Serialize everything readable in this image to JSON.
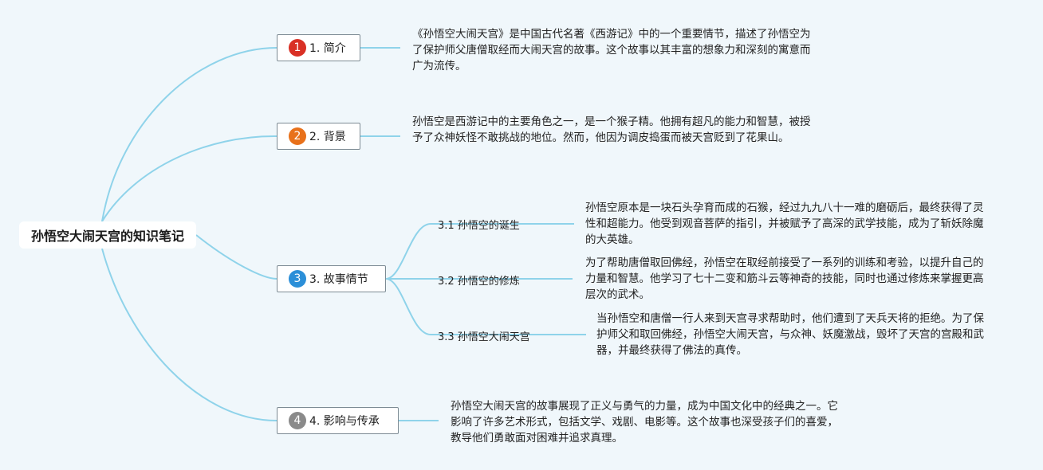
{
  "root": {
    "label": "孙悟空大闹天宫的知识笔记"
  },
  "badge_colors": {
    "b1": "#d93025",
    "b2": "#e8711b",
    "b3": "#2b8fd8",
    "b4": "#8a8a8a"
  },
  "line_color": "#8fd3ea",
  "branches": [
    {
      "number": "1",
      "label": "1. 简介",
      "note": "《孙悟空大闹天宫》是中国古代名著《西游记》中的一个重要情节，描述了孙悟空为了保护师父唐僧取经而大闹天宫的故事。这个故事以其丰富的想象力和深刻的寓意而广为流传。"
    },
    {
      "number": "2",
      "label": "2. 背景",
      "note": "孙悟空是西游记中的主要角色之一，是一个猴子精。他拥有超凡的能力和智慧，被授予了众神妖怪不敢挑战的地位。然而，他因为调皮捣蛋而被天宫贬到了花果山。"
    },
    {
      "number": "3",
      "label": "3. 故事情节",
      "children": [
        {
          "label": "3.1 孙悟空的诞生",
          "note": "孙悟空原本是一块石头孕育而成的石猴，经过九九八十一难的磨砺后，最终获得了灵性和超能力。他受到观音菩萨的指引，并被赋予了高深的武学技能，成为了斩妖除魔的大英雄。"
        },
        {
          "label": "3.2 孙悟空的修炼",
          "note": "为了帮助唐僧取回佛经，孙悟空在取经前接受了一系列的训练和考验，以提升自己的力量和智慧。他学习了七十二变和筋斗云等神奇的技能，同时也通过修炼来掌握更高层次的武术。"
        },
        {
          "label": "3.3 孙悟空大闹天宫",
          "note": "当孙悟空和唐僧一行人来到天宫寻求帮助时，他们遭到了天兵天将的拒绝。为了保护师父和取回佛经，孙悟空大闹天宫，与众神、妖魔激战，毁坏了天宫的宫殿和武器，并最终获得了佛法的真传。"
        }
      ]
    },
    {
      "number": "4",
      "label": "4. 影响与传承",
      "note": "孙悟空大闹天宫的故事展现了正义与勇气的力量，成为中国文化中的经典之一。它影响了许多艺术形式，包括文学、戏剧、电影等。这个故事也深受孩子们的喜爱，教导他们勇敢面对困难并追求真理。"
    }
  ]
}
